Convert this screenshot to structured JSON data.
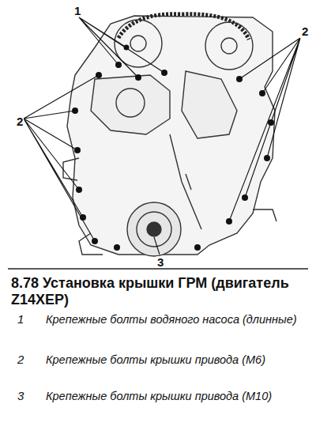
{
  "diagram": {
    "caption": "8.78 Установка крышки ГРМ (двигатель Z14XEP)",
    "labels": [
      "1",
      "2",
      "2",
      "3",
      "1",
      "Крепежные болты водяного насоса (длинные)",
      "2",
      "Крепежные болты крышки привода (M6)",
      "3",
      "Крепежные болты крышки привода (M10)"
    ]
  }
}
